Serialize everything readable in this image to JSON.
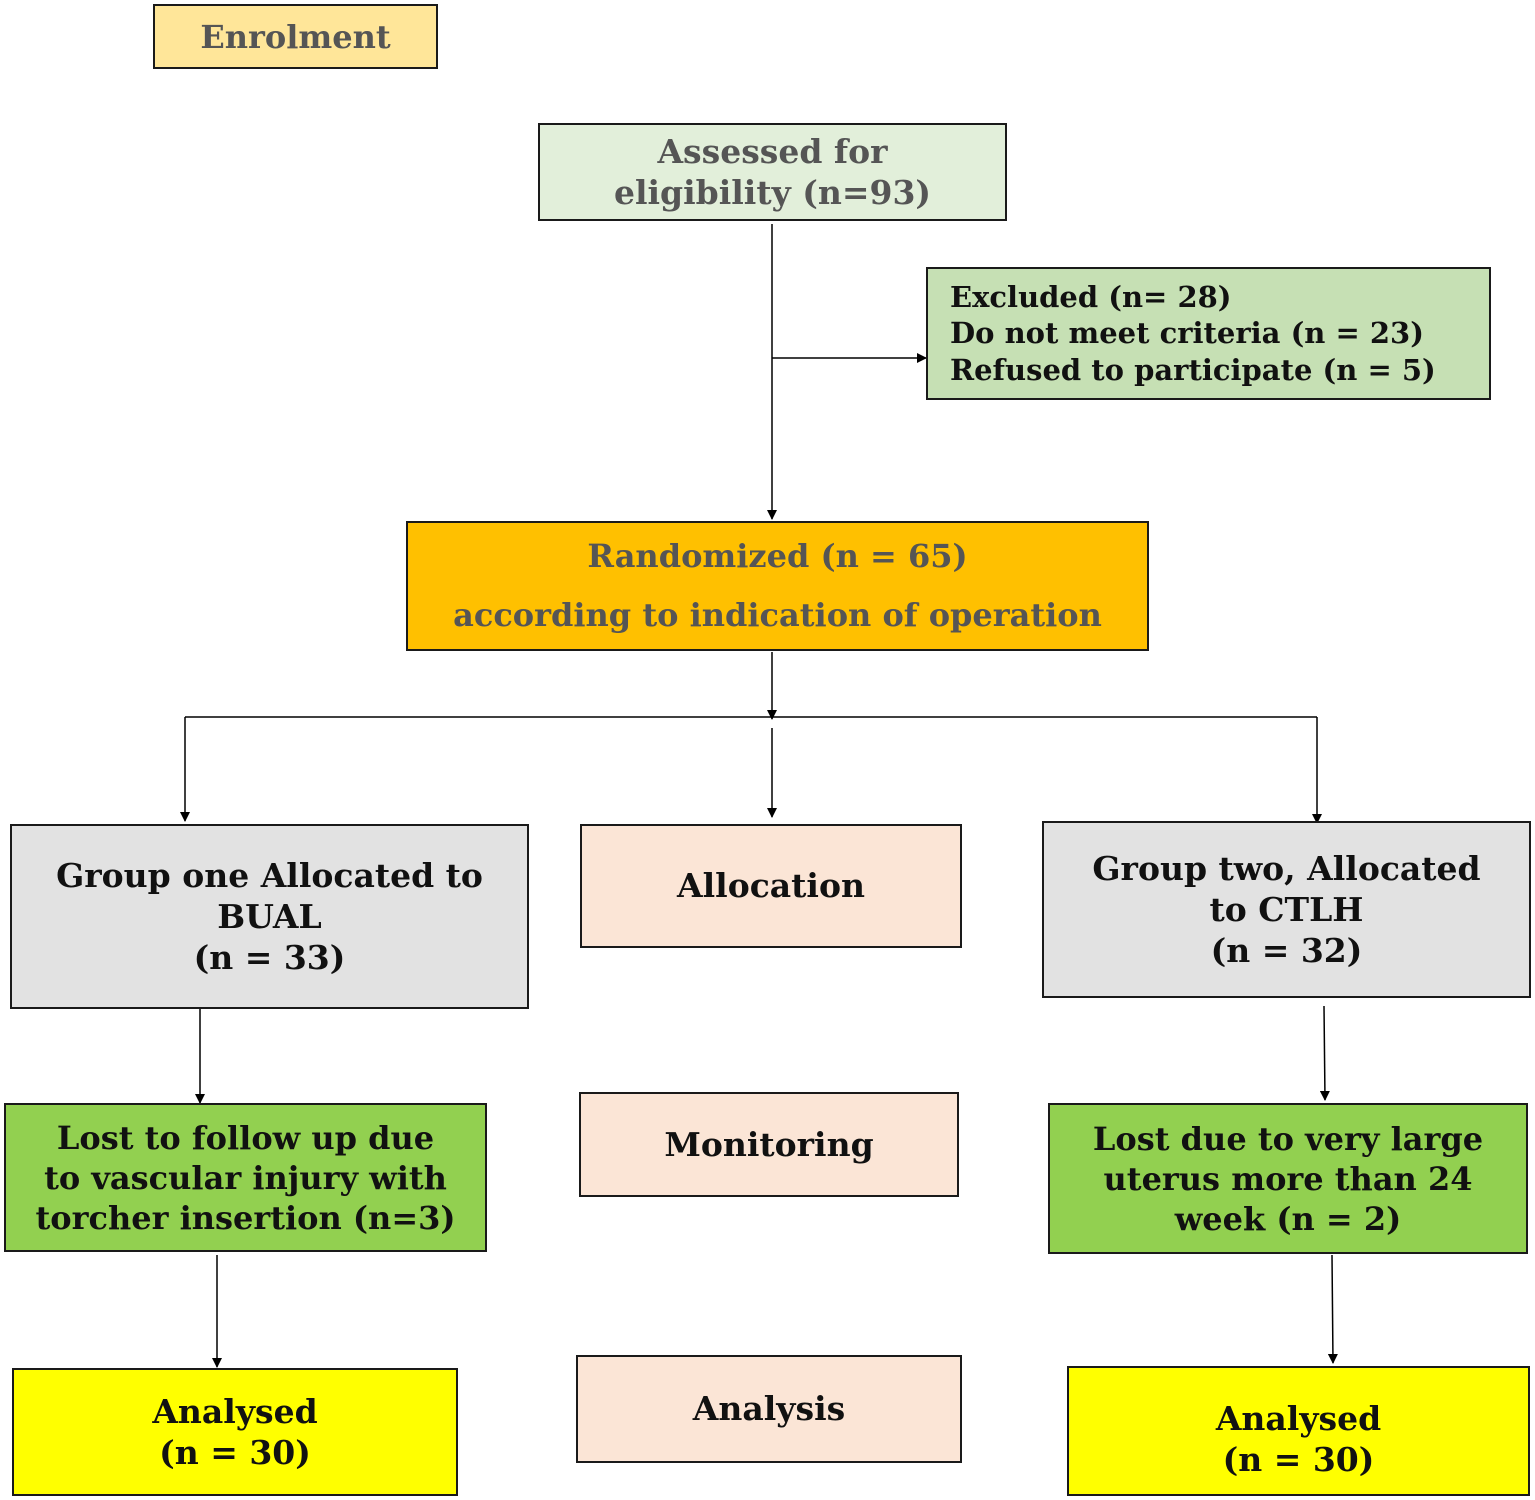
{
  "stages": {
    "enrolment": "Enrolment",
    "allocation": "Allocation",
    "monitoring": "Monitoring",
    "analysis": "Analysis"
  },
  "assessed": {
    "line1": "Assessed for",
    "line2": "eligibility (n=93)"
  },
  "excluded": {
    "line1": "Excluded (n= 28)",
    "line2": "Do not meet criteria (n = 23)",
    "line3": "Refused to participate (n = 5)"
  },
  "randomized": {
    "line1": "Randomized (n = 65)",
    "line2": "according to indication of operation"
  },
  "group_one": {
    "line1": "Group one Allocated to",
    "line2": "BUAL",
    "line3": "(n = 33)"
  },
  "group_two": {
    "line1": "Group two, Allocated",
    "line2": "to CTLH",
    "line3": "(n = 32)"
  },
  "lost_one": {
    "line1": "Lost to follow up due",
    "line2": "to vascular injury with",
    "line3": "torcher insertion (n=3)"
  },
  "lost_two": {
    "line1": "Lost due to very large",
    "line2": "uterus more than 24",
    "line3": "week (n = 2)"
  },
  "analysed_one": {
    "line1": "Analysed",
    "line2": "(n = 30)"
  },
  "analysed_two": {
    "line1": "Analysed",
    "line2": "(n = 30)"
  },
  "colors": {
    "enrolment": "#FFE699",
    "assessed": "#E2EFDA",
    "excluded": "#C6E0B4",
    "randomized": "#FFC000",
    "group": "#E2E2E2",
    "stage": "#FBE5D6",
    "lost": "#92D050",
    "analysed": "#FFFF00"
  }
}
